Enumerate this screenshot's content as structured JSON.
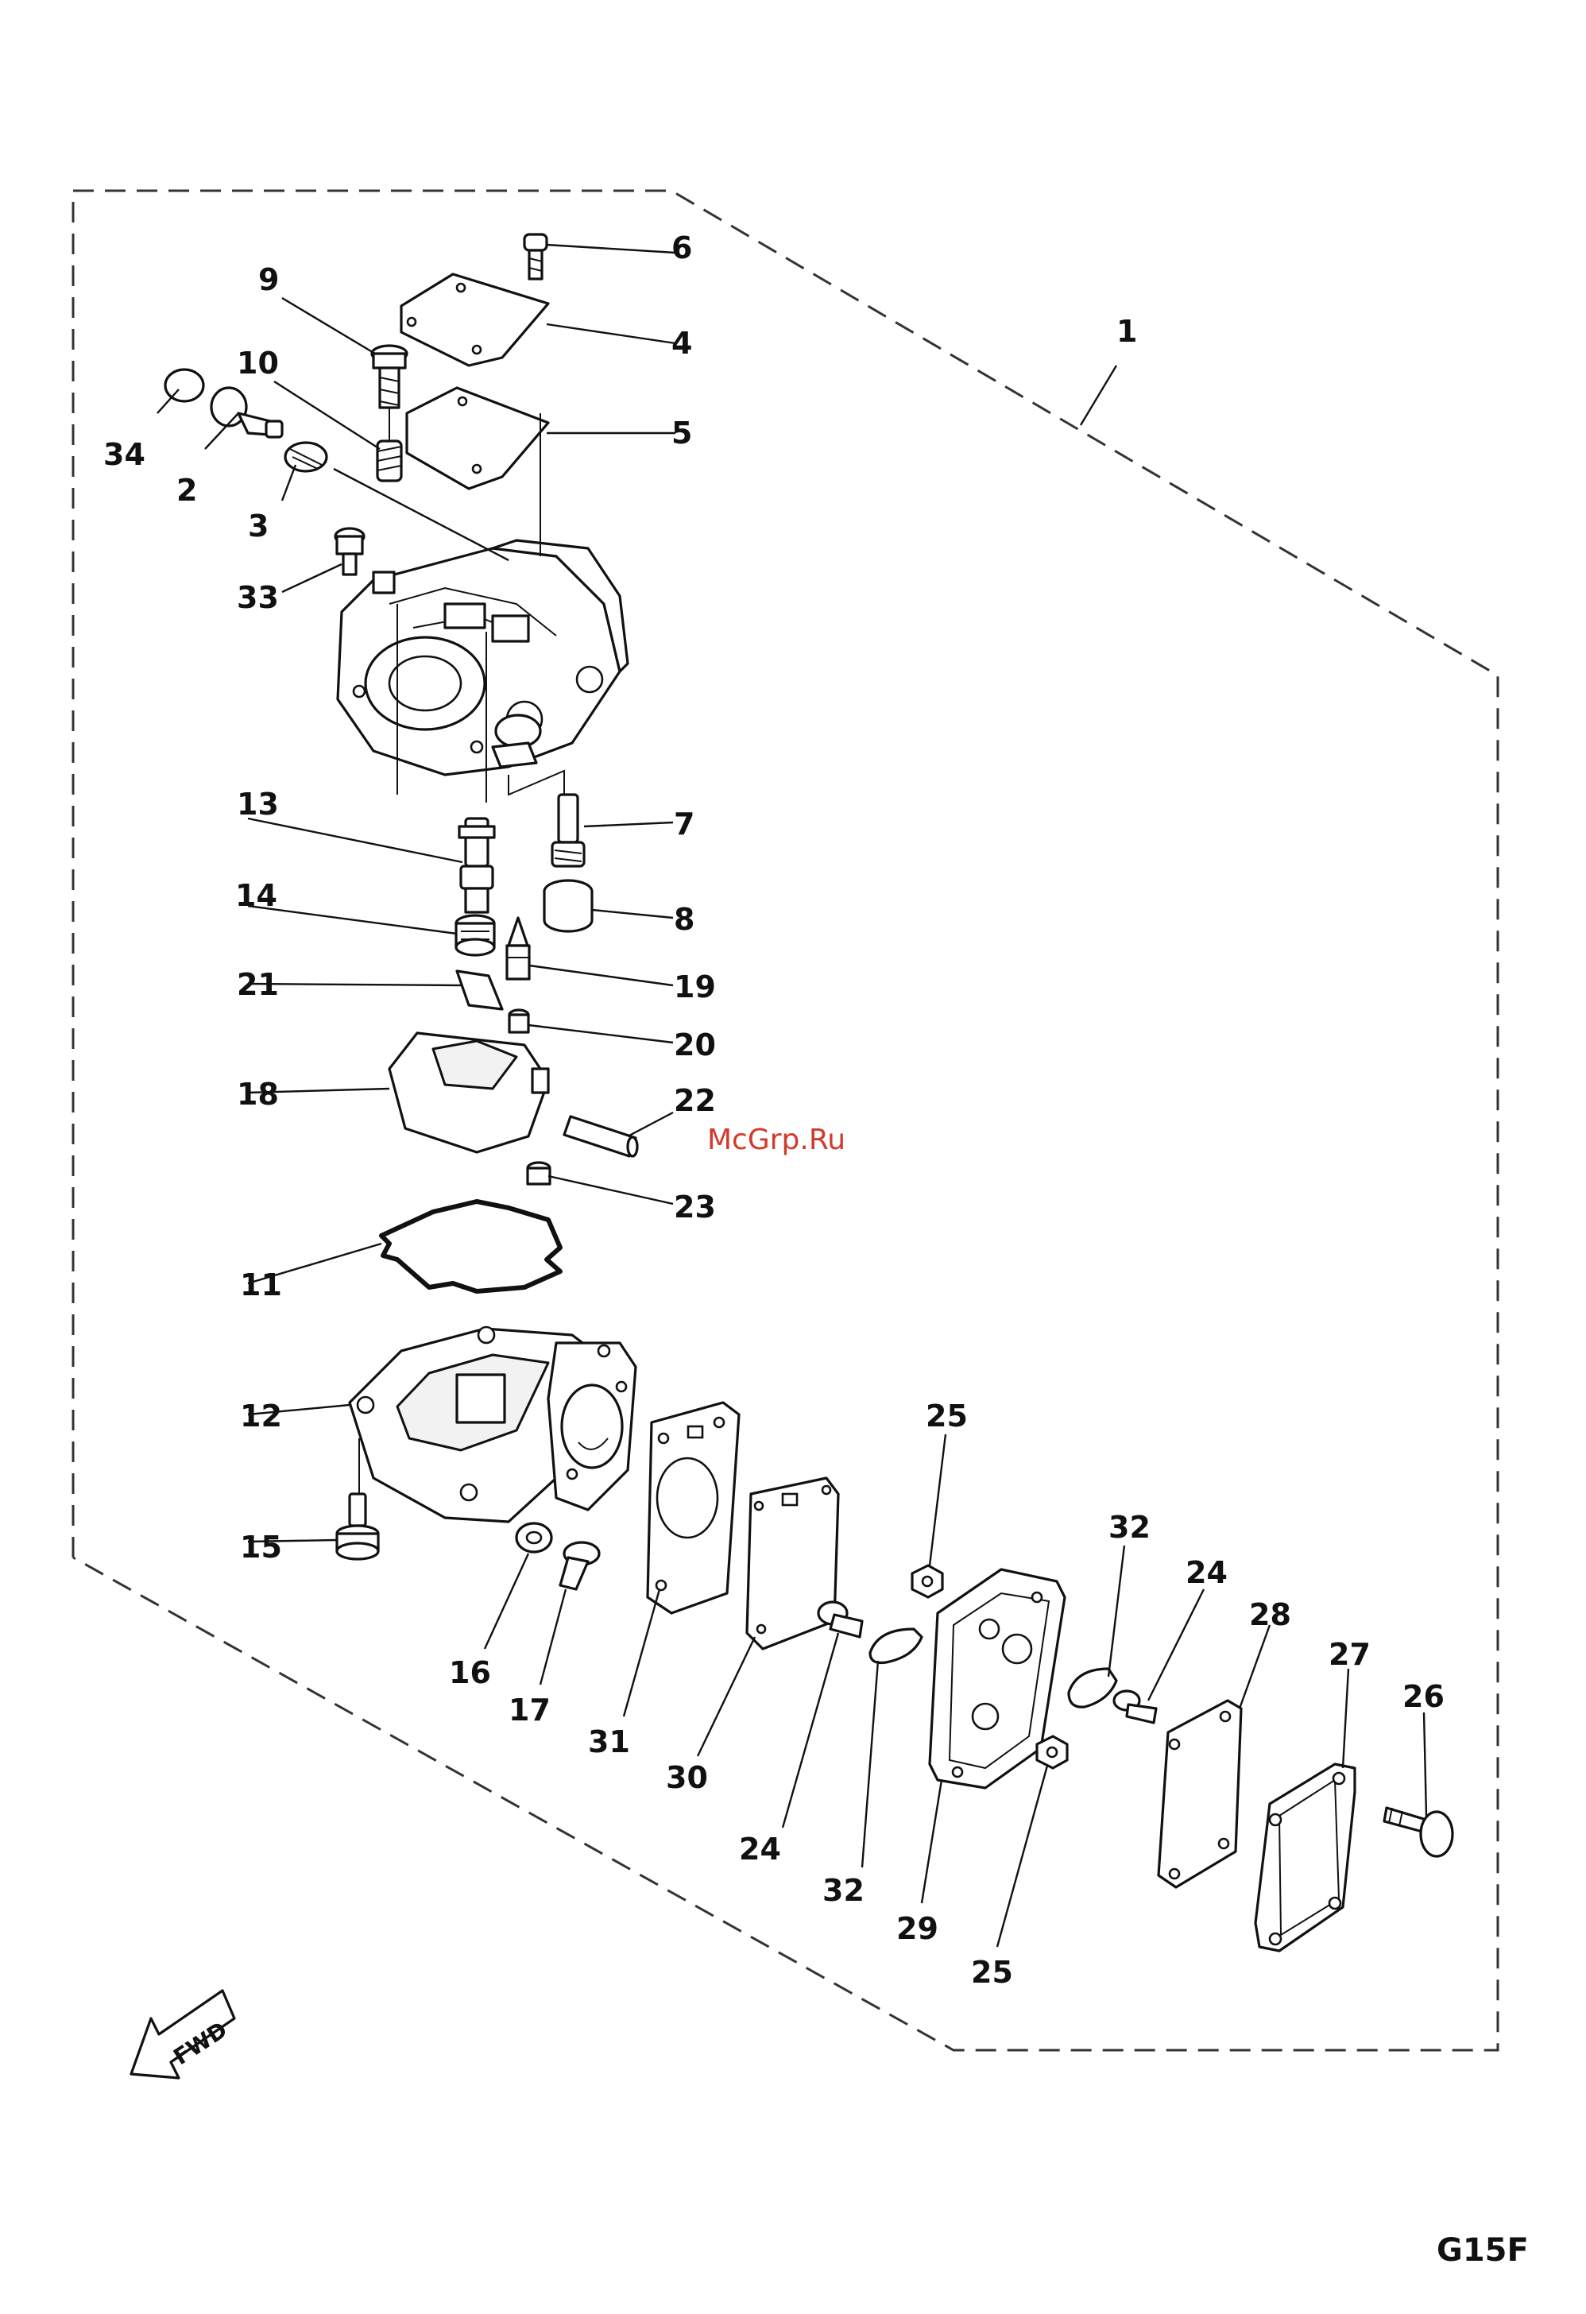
{
  "figure_code": "G15F",
  "watermark": "McGrp.Ru",
  "direction_label": "FWD",
  "callout_labels": {
    "p1": "1",
    "p2": "2",
    "p3": "3",
    "p4": "4",
    "p5": "5",
    "p6": "6",
    "p7": "7",
    "p8": "8",
    "p9": "9",
    "p10": "10",
    "p11": "11",
    "p12": "12",
    "p13": "13",
    "p14": "14",
    "p15": "15",
    "p16": "16",
    "p17": "17",
    "p18": "18",
    "p19": "19",
    "p20": "20",
    "p21": "21",
    "p22": "22",
    "p23": "23",
    "p24a": "24",
    "p24b": "24",
    "p25a": "25",
    "p25b": "25",
    "p26": "26",
    "p27": "27",
    "p28": "28",
    "p29": "29",
    "p30": "30",
    "p31": "31",
    "p32a": "32",
    "p32b": "32",
    "p33": "33",
    "p34": "34"
  }
}
